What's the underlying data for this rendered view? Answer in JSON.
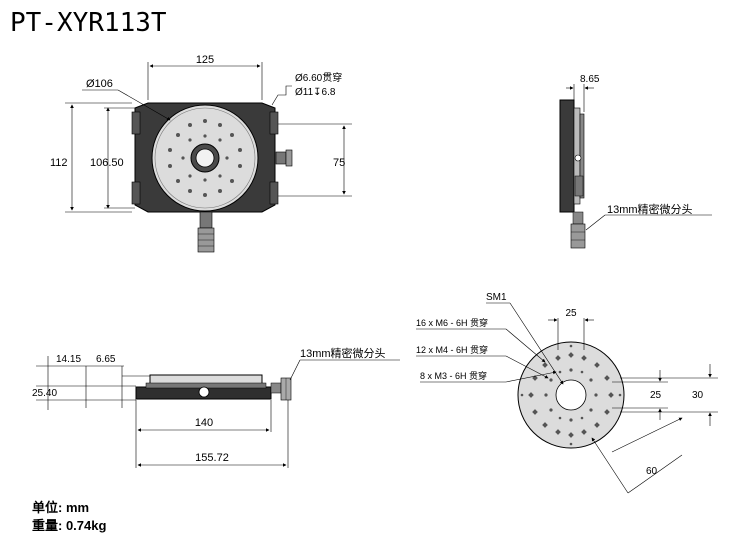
{
  "title": "PT-XYR113T",
  "specs": {
    "unit": "单位: mm",
    "weight": "重量: 0.74kg"
  },
  "top_view": {
    "dim_width": "125",
    "dim_diameter": "Ø106",
    "hole_note_1": "Ø6.60贯穿",
    "hole_note_2": "Ø11↧6.8",
    "dim_height_outer": "112",
    "dim_height_inner": "106.50",
    "dim_right": "75"
  },
  "side_view": {
    "dim_thickness": "8.65",
    "micrometer_label": "13mm精密微分头"
  },
  "front_view": {
    "dim_1": "14.15",
    "dim_2": "6.65",
    "dim_3": "25.40",
    "dim_4": "140",
    "dim_5": "155.72",
    "micrometer_label": "13mm精密微分头"
  },
  "detail_view": {
    "label_sm1": "SM1",
    "label_m6": "16 x  M6 - 6H 贯穿",
    "label_m4": "12 x  M4 - 6H 贯穿",
    "label_m3": "8 x  M3 - 6H 贯穿",
    "dim_top": "25",
    "dim_right_1": "25",
    "dim_right_2": "30",
    "dim_diag": "60"
  }
}
